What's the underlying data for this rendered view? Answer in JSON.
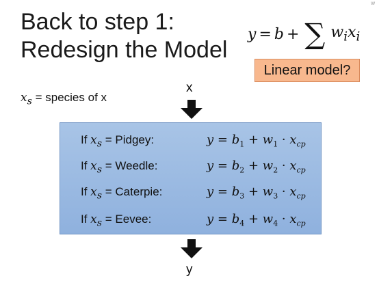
{
  "slide": {
    "title_line1": "Back to step 1:",
    "title_line2": "Redesign the Model",
    "badge": "Linear model?",
    "species_text": "= species of x",
    "x_label": "x",
    "y_label": "y",
    "corner_mark": "w"
  },
  "rows": [
    {
      "name": "Pidgey:",
      "b": "1",
      "w": "1"
    },
    {
      "name": "Weedle:",
      "b": "2",
      "w": "2"
    },
    {
      "name": "Caterpie:",
      "b": "3",
      "w": "3"
    },
    {
      "name": "Eevee:",
      "b": "4",
      "w": "4"
    }
  ],
  "colors": {
    "box": "#9dbbe2",
    "badge": "#f8b88e",
    "arrow": "#111111"
  }
}
